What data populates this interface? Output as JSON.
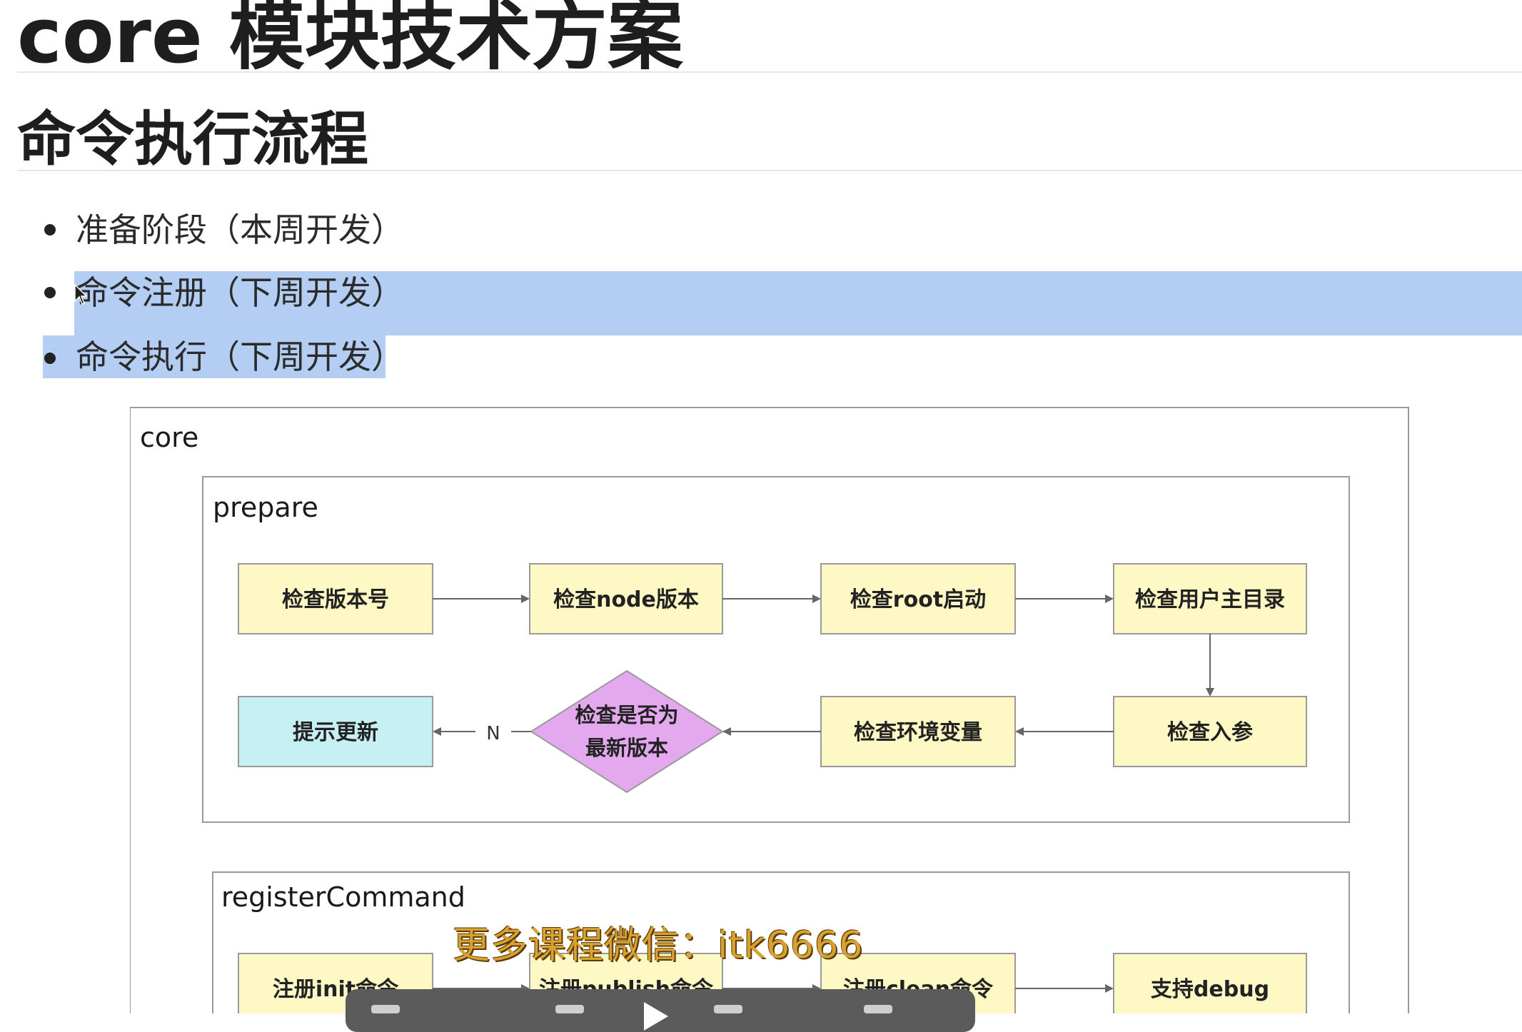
{
  "doc": {
    "title": "core 模块技术方案",
    "section_title": "命令执行流程",
    "list_items": [
      "准备阶段（本周开发）",
      "命令注册（下周开发）",
      "命令执行（下周开发）"
    ]
  },
  "diagram": {
    "outer_label": "core",
    "prepare": {
      "label": "prepare",
      "steps": [
        "检查版本号",
        "检查node版本",
        "检查root启动",
        "检查用户主目录",
        "检查入参",
        "检查环境变量"
      ],
      "decision_line1": "检查是否为",
      "decision_line2": "最新版本",
      "edge_label_no": "N",
      "result": "提示更新"
    },
    "register": {
      "label": "registerCommand",
      "steps": [
        "注册init命令",
        "注册publish命令",
        "注册clean命令",
        "支持debug"
      ]
    }
  },
  "watermark": "更多课程微信：itk6666",
  "colors": {
    "selection": "#b3cdf3",
    "step_fill": "#fdf8c4",
    "result_fill": "#c7f0f5",
    "decision_fill": "#e3a8ee"
  }
}
